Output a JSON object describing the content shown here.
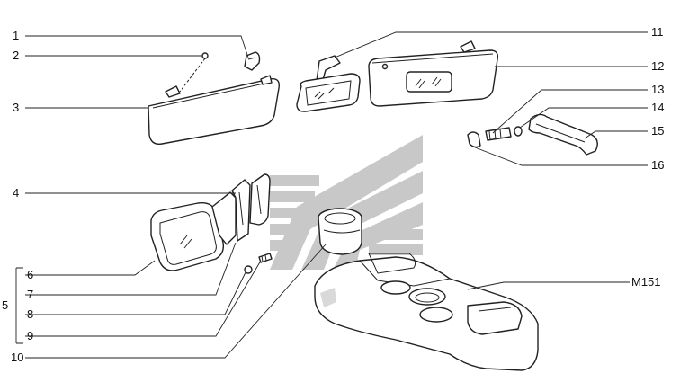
{
  "callouts": {
    "c1": "1",
    "c2": "2",
    "c3": "3",
    "c4": "4",
    "c5": "5",
    "c6": "6",
    "c7": "7",
    "c8": "8",
    "c9": "9",
    "c10": "10",
    "c11": "11",
    "c12": "12",
    "c13": "13",
    "c14": "14",
    "c15": "15",
    "c16": "16",
    "m151": "M151"
  },
  "colors": {
    "line": "#222222",
    "watermark": "#c8c8c8",
    "background": "#ffffff"
  }
}
